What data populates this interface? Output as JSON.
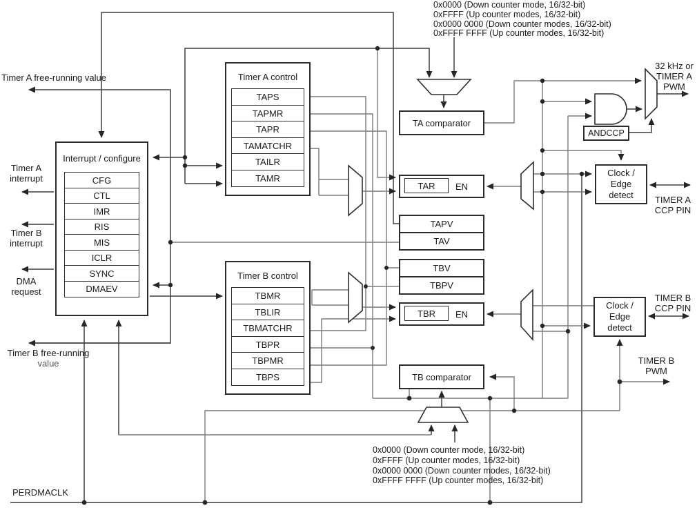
{
  "notes": {
    "top": [
      "0x0000 (Down counter mode, 16/32-bit)",
      "0xFFFF (Up counter modes, 16/32-bit)",
      "0x0000 0000 (Down counter modes, 16/32-bit)",
      "0xFFFF FFFF (Up counter modes, 16/32-bit)"
    ],
    "bottom": [
      "0x0000 (Down counter mode, 16/32-bit)",
      "0xFFFF (Up counter modes, 16/32-bit)",
      "0x0000 0000 (Down counter modes, 16/32-bit)",
      "0xFFFF FFFF (Up counter modes, 16/32-bit)"
    ]
  },
  "left_labels": {
    "timer_a_value": "Timer A free-running value",
    "timer_a_interrupt_1": "Timer A",
    "timer_a_interrupt_2": "interrupt",
    "timer_b_interrupt_1": "Timer B",
    "timer_b_interrupt_2": "interrupt",
    "dma_request_1": "DMA",
    "dma_request_2": "request",
    "timer_b_value_1": "Timer B free-running",
    "timer_b_value_2": "value",
    "perdmaclk": "PERDMACLK"
  },
  "right_labels": {
    "pwm_out_1": "32 kHz or",
    "pwm_out_2": "TIMER A",
    "pwm_out_3": "PWM",
    "timer_a_ccp_1": "TIMER A",
    "timer_a_ccp_2": "CCP PIN",
    "timer_b_ccp_1": "TIMER B",
    "timer_b_ccp_2": "CCP PIN",
    "timer_b_pwm_1": "TIMER B",
    "timer_b_pwm_2": "PWM"
  },
  "blocks": {
    "interrupt_configure": {
      "title": "Interrupt / configure",
      "registers": [
        "CFG",
        "CTL",
        "IMR",
        "RIS",
        "MIS",
        "ICLR",
        "SYNC",
        "DMAEV"
      ]
    },
    "timer_a_control": {
      "title": "Timer A control",
      "registers": [
        "TAPS",
        "TAPMR",
        "TAPR",
        "TAMATCHR",
        "TAILR",
        "TAMR"
      ]
    },
    "timer_b_control": {
      "title": "Timer B control",
      "registers": [
        "TBMR",
        "TBLIR",
        "TBMATCHR",
        "TBPR",
        "TBPMR",
        "TBPS"
      ]
    },
    "ta_comparator": "TA comparator",
    "tb_comparator": "TB comparator",
    "tar": {
      "name": "TAR",
      "enable": "EN"
    },
    "tbr": {
      "name": "TBR",
      "enable": "EN"
    },
    "tapv": "TAPV",
    "tav": "TAV",
    "tbv": "TBV",
    "tbpv": "TBPV",
    "andccp": "ANDCCP",
    "clock_edge_a_1": "Clock / Edge",
    "clock_edge_a_2": "detect",
    "clock_edge_b_1": "Clock / Edge",
    "clock_edge_b_2": "detect"
  },
  "colors": {
    "background": "#ffffff",
    "wire_dark": "#3f3f3f",
    "wire_gray": "#7a7a7a",
    "box_border": "#2b2b2b",
    "text": "#1a1a1a"
  }
}
